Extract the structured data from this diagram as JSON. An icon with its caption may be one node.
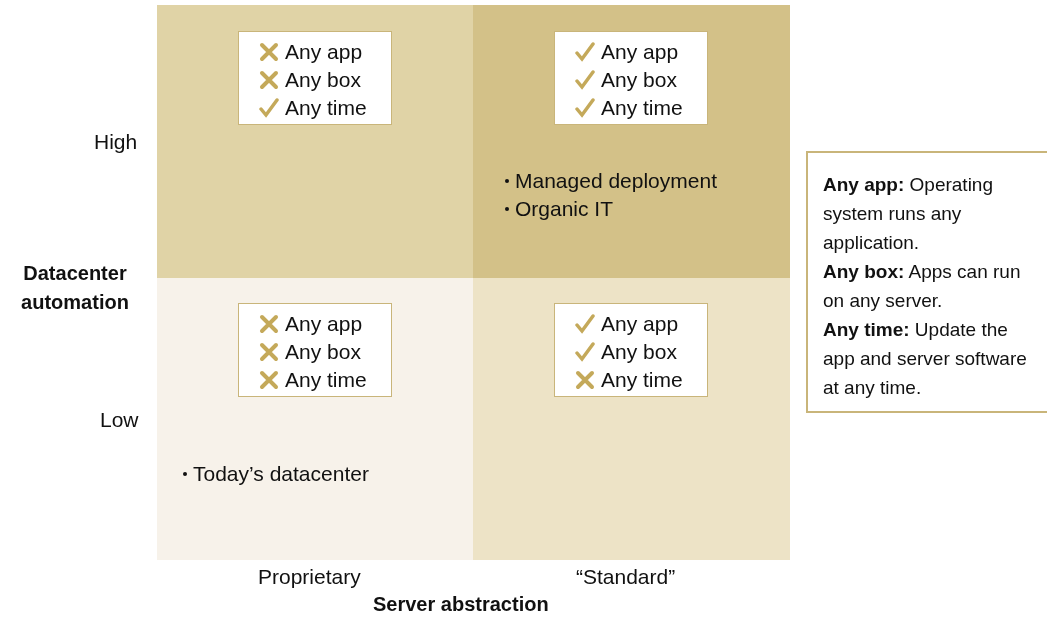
{
  "diagram": {
    "nodes": [
      {
        "text": [],
        "shape": "box"
      },
      {
        "text": [
          "Any app",
          "Any box",
          "Any time"
        ],
        "in": 0
      },
      {
        "text": [
          "Managed deployment",
          "Organic IT"
        ]
      },
      {
        "text": [
          "Any app",
          "Any box",
          "Any time"
        ],
        "in": 2
      },
      {
        "text": [
          "Today’s datacenter"
        ]
      },
      {
        "text": [
          "Any app",
          "Any box",
          "Any time"
        ],
        "in": 4
      },
      {
        "text": [],
        "shape": "box"
      },
      {
        "text": [
          "Any app",
          "Any box",
          "Any time"
        ],
        "in": 6
      },
      {
        "text": [
          "**Any app:** Operating system runs any application.",
          "**Any box:** Apps can run on any server.",
          "**Any time:** Update the app and server software at any time."
        ]
      }
    ],
    "edges": [],
    "labels": [
      "High",
      "Datacenter automation",
      "Low",
      "Proprietary",
      "“Standard”",
      "Server abstraction"
    ]
  }
}
